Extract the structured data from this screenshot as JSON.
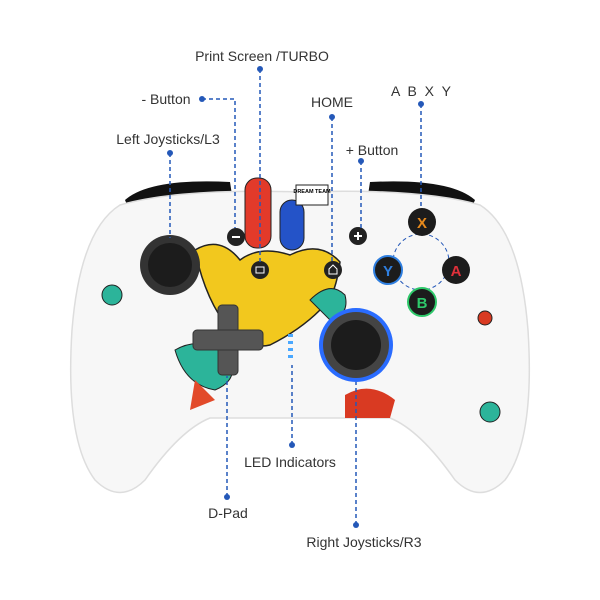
{
  "labels": {
    "print_screen": "Print Screen /TURBO",
    "minus": "- Button",
    "left_stick": "Left Joysticks/L3",
    "home": "HOME",
    "abxy": "A B X Y",
    "plus": "+ Button",
    "led": "LED Indicators",
    "dpad": "D-Pad",
    "right_stick": "Right Joysticks/R3"
  },
  "artwork": {
    "sign_text": "DREAM TEAM"
  },
  "face_buttons": {
    "x": "X",
    "y": "Y",
    "a": "A",
    "b": "B"
  },
  "colors": {
    "callout": "#2458b8",
    "x": "#e88a1c",
    "y": "#2f7fe0",
    "a": "#e0303a",
    "b": "#2ec86a",
    "ring": "#2a6cff"
  }
}
